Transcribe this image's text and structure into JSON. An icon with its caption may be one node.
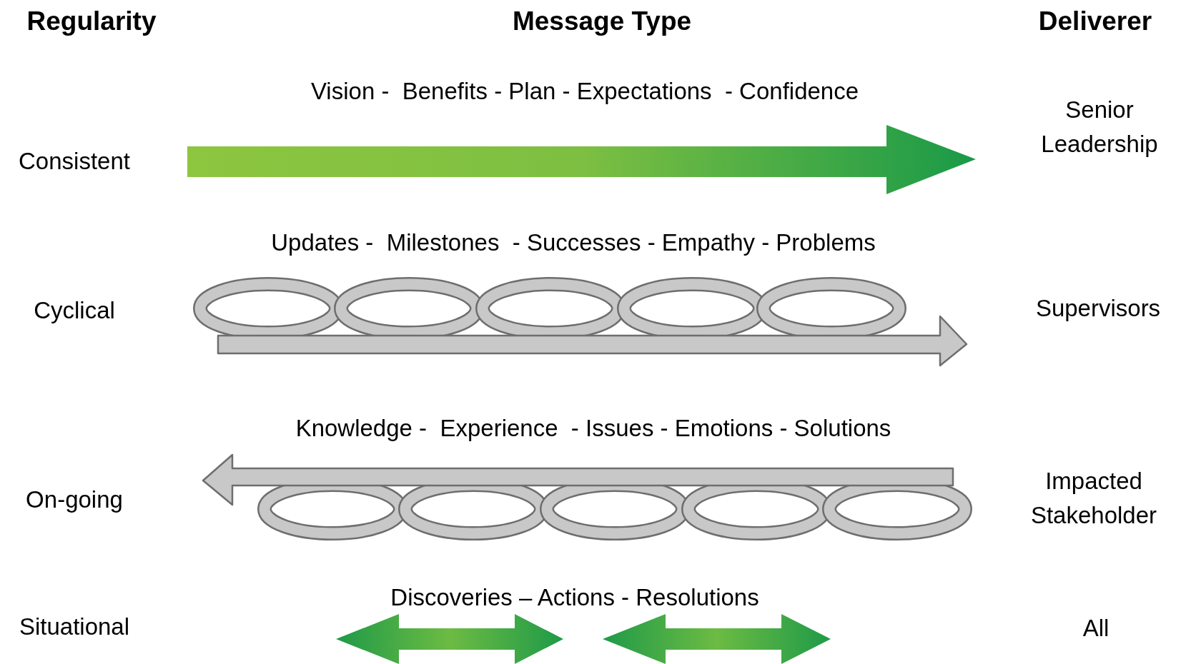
{
  "diagram": {
    "labels": [
      "Regularity",
      "Message Type",
      "Deliverer",
      "Vision -  Benefits - Plan - Expectations  - Confidence",
      "Senior Leadership",
      "Consistent",
      "Updates -  Milestones  - Successes - Empathy - Problems",
      "Cyclical",
      "Supervisors",
      "Knowledge -  Experience  - Issues - Emotions - Solutions",
      "Impacted Stakeholder",
      "On-going",
      "Discoveries – Actions - Resolutions",
      "Situational",
      "All"
    ]
  }
}
